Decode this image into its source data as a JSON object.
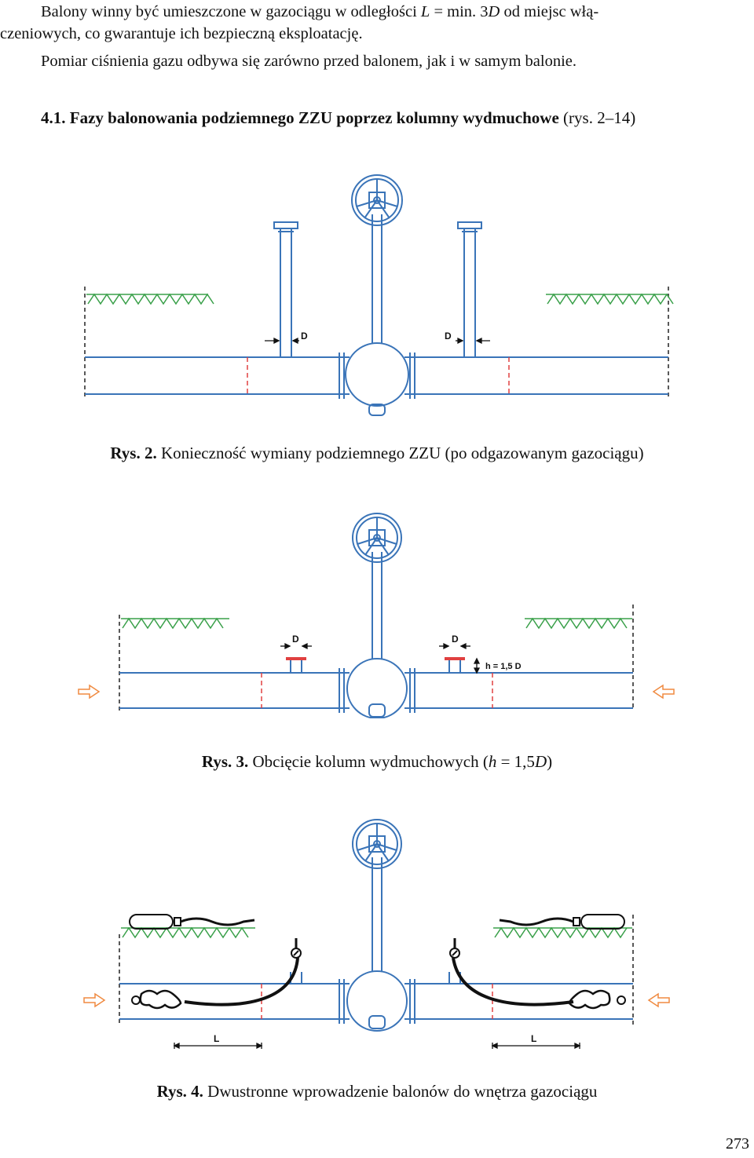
{
  "text": {
    "para1_line1_a": "Balony winny być umieszczone w gazociągu w odległości ",
    "para1_L": "L",
    "para1_line1_b": " = min. 3",
    "para1_D": "D",
    "para1_line1_c": " od miejsc włą-",
    "para1_line2": "czeniowych, co gwarantuje ich bezpieczną eksploatację.",
    "para2": "Pomiar ciśnienia gazu odbywa się zarówno przed balonem, jak i w samym balonie.",
    "section_number": "4.1.",
    "section_title": "Fazy balonowania podziemnego ZZU poprzez kolumny wydmuchowe",
    "section_ref": "(rys. 2–14)"
  },
  "figures": {
    "fig2": {
      "label": "Rys. 2.",
      "caption": "Konieczność wymiany podziemnego ZZU (po odgazowanym gazociągu)",
      "dim_left": "D",
      "dim_right": "D"
    },
    "fig3": {
      "label": "Rys. 3.",
      "caption_a": "Obcięcie kolumn wydmuchowych (",
      "caption_h": "h",
      "caption_b": " = 1,5",
      "caption_D": "D",
      "caption_c": ")",
      "dim_left": "D",
      "dim_right": "D",
      "height_label": "h = 1,5 D"
    },
    "fig4": {
      "label": "Rys. 4.",
      "caption": "Dwustronne wprowadzenie balonów do wnętrza gazociągu",
      "dim_left": "L",
      "dim_right": "L"
    }
  },
  "page_number": "273",
  "colors": {
    "pipe": "#3a74b8",
    "cut": "#e04040",
    "ground": "#3aa04a",
    "arrow": "#f08a40",
    "ink": "#111111"
  }
}
